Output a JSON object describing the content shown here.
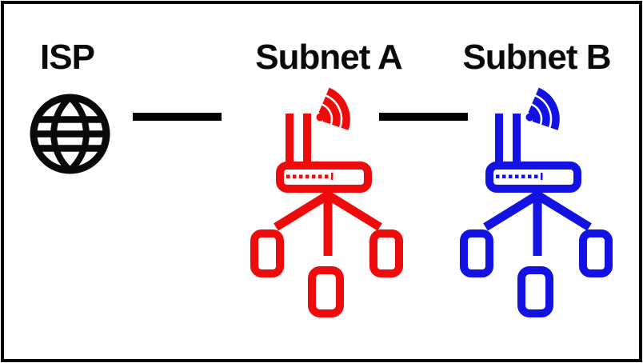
{
  "diagram": {
    "type": "network-topology",
    "background": "#ffffff",
    "frame_color": "#000000",
    "link_color": "#000000",
    "nodes": {
      "isp": {
        "label": "ISP",
        "icon": "globe-icon",
        "color": "#0a0a0a"
      },
      "subnet_a": {
        "label": "Subnet A",
        "icon": "wireless-router-icon",
        "color": "#ee0b0b",
        "client_count": 3
      },
      "subnet_b": {
        "label": "Subnet B",
        "icon": "wireless-router-icon",
        "color": "#1212e2",
        "client_count": 3
      }
    },
    "links": [
      {
        "from": "ISP",
        "to": "Subnet A"
      },
      {
        "from": "Subnet A",
        "to": "Subnet B"
      }
    ]
  }
}
